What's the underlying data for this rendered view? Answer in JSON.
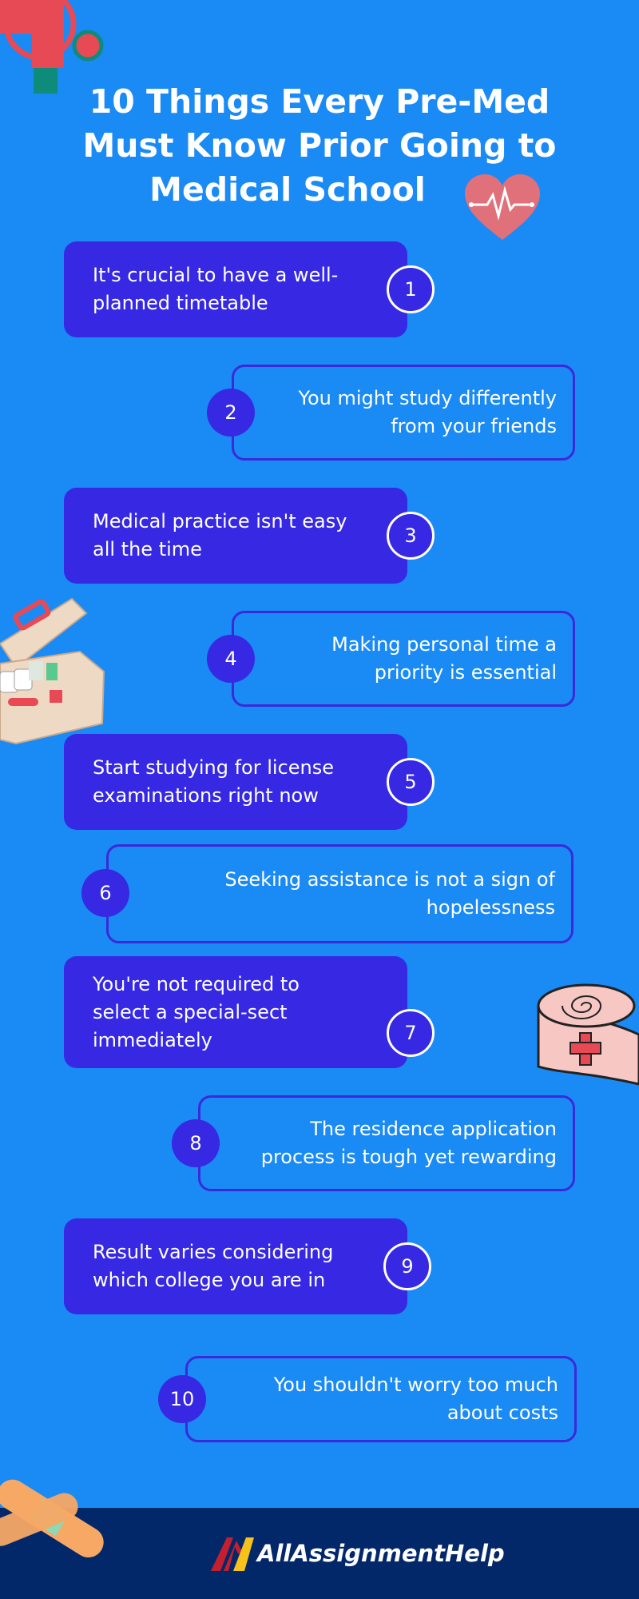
{
  "title": {
    "line1": "10 Things Every Pre-Med",
    "line2": "Must Know Prior Going to",
    "line3": "Medical School"
  },
  "items": [
    {
      "number": "1",
      "text": "It's crucial to have a well-planned timetable"
    },
    {
      "number": "2",
      "text": "You might study differently from your friends"
    },
    {
      "number": "3",
      "text": "Medical practice isn't easy all the time"
    },
    {
      "number": "4",
      "text": "Making personal time a priority is essential"
    },
    {
      "number": "5",
      "text": "Start studying for license examinations right now"
    },
    {
      "number": "6",
      "text": "Seeking assistance is not a sign of hopelessness"
    },
    {
      "number": "7",
      "text": "You're not required to select a special-sect immediately"
    },
    {
      "number": "8",
      "text": "The residence application process is tough yet rewarding"
    },
    {
      "number": "9",
      "text": "Result varies considering which college you are in"
    },
    {
      "number": "10",
      "text": "You shouldn't worry too much about costs"
    }
  ],
  "footer": {
    "brand": "AllAssignmentHelp"
  },
  "icons": [
    "medical-cross-icon",
    "heart-pulse-icon",
    "first-aid-kit-icon",
    "bandage-roll-icon",
    "adhesive-bandage-icon",
    "brand-logo-icon"
  ],
  "colors": {
    "background": "#1a8af5",
    "card": "#3628e3",
    "footer": "#03286a",
    "heart": "#e0707a"
  }
}
